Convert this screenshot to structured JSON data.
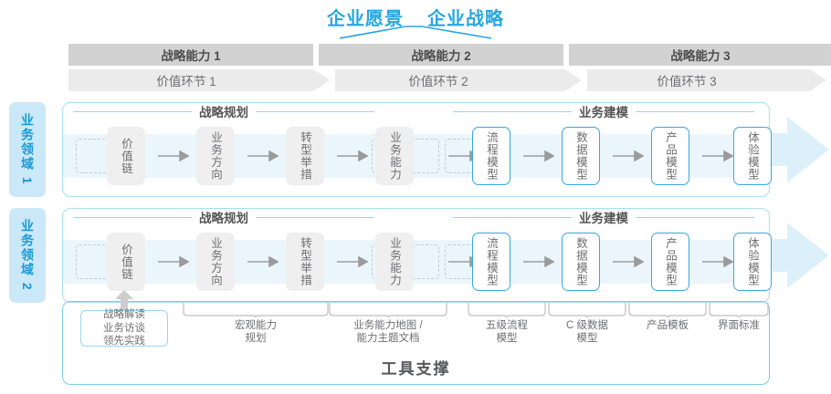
{
  "header": {
    "titles": [
      "企业愿景",
      "企业战略"
    ],
    "accent": "#27a6e0",
    "capabilities": [
      "战略能力 1",
      "战略能力 2",
      "战略能力 3"
    ],
    "value_stages": [
      "价值环节 1",
      "价值环节 2",
      "价值环节 3"
    ]
  },
  "sidebar": {
    "items": [
      {
        "label": "业务领域 1"
      },
      {
        "label": "业务领域 2"
      }
    ],
    "bg": "#cbe8f8",
    "fg": "#1b9ad6"
  },
  "rows": [
    {
      "name": "业务领域 1",
      "phases": [
        {
          "label": "战略规划",
          "nodes": [
            "价值链",
            "业务方向",
            "转型举措",
            "业务能力"
          ]
        },
        {
          "label": "业务建模",
          "nodes": [
            "流程模型",
            "数据模型",
            "产品模型",
            "体验模型"
          ]
        }
      ]
    },
    {
      "name": "业务领域 2",
      "phases": [
        {
          "label": "战略规划",
          "nodes": [
            "价值链",
            "业务方向",
            "转型举措",
            "业务能力"
          ]
        },
        {
          "label": "业务建模",
          "nodes": [
            "流程模型",
            "数据模型",
            "产品模型",
            "体验模型"
          ]
        }
      ]
    }
  ],
  "tools": {
    "panel_title": "工具支撑",
    "first_box": "战略解读\n业务访谈\n领先实践",
    "labels": [
      "宏观能力\n规划",
      "业务能力地图 /\n能力主题文档",
      "五级流程\n模型",
      "C 级数据\n模型",
      "产品模板",
      "界面标准"
    ]
  }
}
